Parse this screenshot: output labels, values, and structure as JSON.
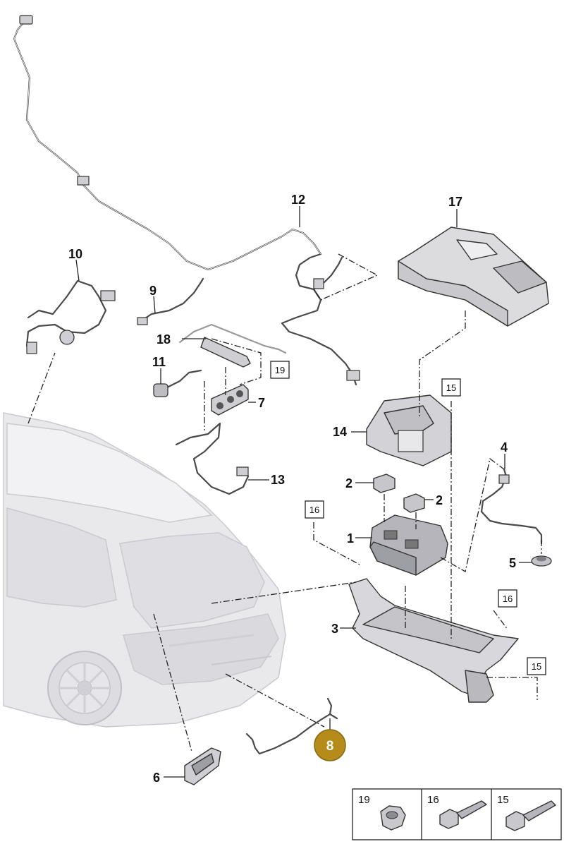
{
  "callouts": {
    "p1": "1",
    "p2a": "2",
    "p2b": "2",
    "p3": "3",
    "p4": "4",
    "p5": "5",
    "p6": "6",
    "p7": "7",
    "p9": "9",
    "p10": "10",
    "p11": "11",
    "p12": "12",
    "p13": "13",
    "p14": "14",
    "p17": "17",
    "p18": "18"
  },
  "highlighted_part": {
    "label": "8",
    "color": "#b58b1a"
  },
  "ref_boxes": {
    "r19": "19",
    "r15a": "15",
    "r16a": "16",
    "r16b": "16",
    "r15b": "15"
  },
  "fastener_legend": [
    {
      "label": "19",
      "icon": "hex-nut-icon"
    },
    {
      "label": "16",
      "icon": "short-bolt-icon"
    },
    {
      "label": "15",
      "icon": "long-bolt-icon"
    }
  ],
  "colors": {
    "highlight": "#b58b1a",
    "line": "#222222",
    "car_fill": "#e9e9ec",
    "part_fill": "#d6d6d9"
  }
}
